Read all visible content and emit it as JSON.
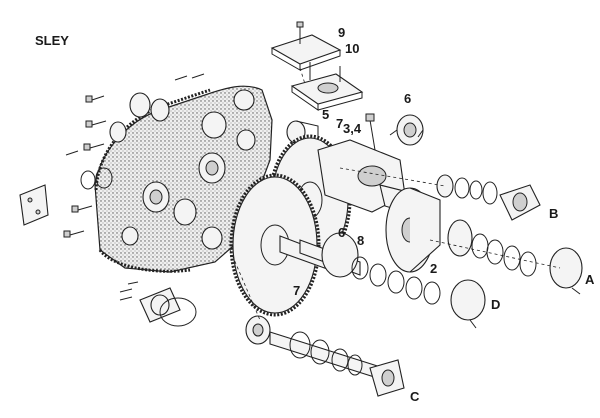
{
  "diagram": {
    "title": "SLEY",
    "labels": {
      "l9": "9",
      "l10": "10",
      "l6a": "6",
      "l5": "5",
      "l7a": "7",
      "l34": "3,4",
      "lB": "B",
      "l6b": "6",
      "l8": "8",
      "l2": "2",
      "lA": "A",
      "l7b": "7",
      "lD": "D",
      "lC": "C"
    }
  }
}
